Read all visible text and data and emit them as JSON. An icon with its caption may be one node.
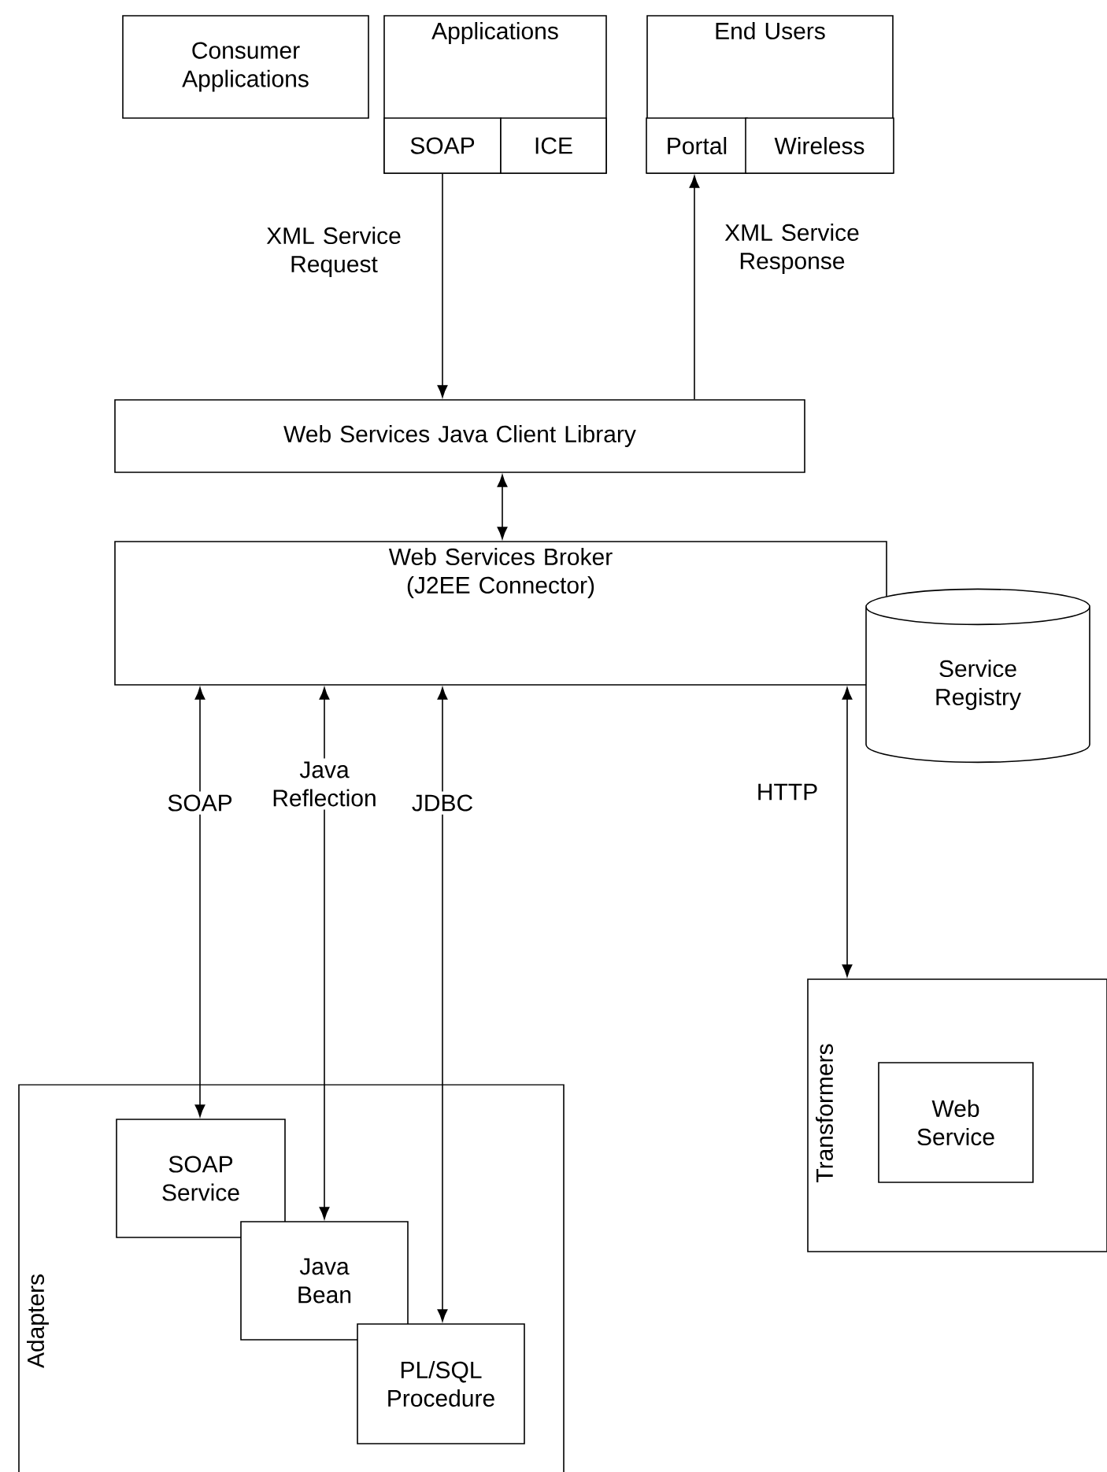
{
  "diagram": {
    "nodes": [
      {
        "text": [
          "Consumer Applications"
        ]
      },
      {
        "text": [
          "Applications"
        ]
      },
      {
        "text": [
          "SOAP"
        ],
        "in": 1
      },
      {
        "text": [
          "ICE"
        ],
        "in": 1
      },
      {
        "text": [
          "End Users"
        ]
      },
      {
        "text": [
          "Portal"
        ],
        "in": 4
      },
      {
        "text": [
          "Wireless"
        ],
        "in": 4
      },
      {
        "text": [
          "Web Services Java Client Library"
        ]
      },
      {
        "text": [
          "Web Services Broker (J2EE Connector)"
        ]
      },
      {
        "text": [
          "Service Registry"
        ]
      },
      {
        "text": [
          "Adapters"
        ]
      },
      {
        "text": [
          "SOAP Service"
        ],
        "in": 10
      },
      {
        "text": [
          "Java Bean"
        ],
        "in": 10
      },
      {
        "text": [
          "PL/SQL Procedure"
        ],
        "in": 10
      },
      {
        "text": [
          "Transformers"
        ]
      },
      {
        "text": [
          "Web Service"
        ],
        "in": 14
      }
    ],
    "edges": [
      {
        "from": 2,
        "to": 7,
        "arrow": "to",
        "label": "XML Service Request"
      },
      {
        "from": 7,
        "to": 5,
        "arrow": "to",
        "label": "XML Service Response"
      },
      {
        "from": 7,
        "to": 8,
        "arrow": "both"
      },
      {
        "from": 8,
        "to": 11,
        "arrow": "both",
        "label": "SOAP"
      },
      {
        "from": 8,
        "to": 12,
        "arrow": "both",
        "label": "Java Reflection"
      },
      {
        "from": 8,
        "to": 13,
        "arrow": "both",
        "label": "JDBC"
      },
      {
        "from": 8,
        "to": 14,
        "arrow": "both",
        "label": "HTTP"
      }
    ]
  }
}
